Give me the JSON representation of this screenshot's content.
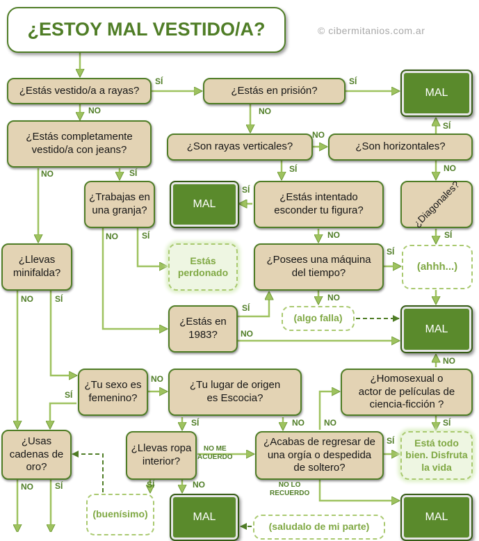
{
  "title": "¿ESTOY MAL VESTIDO/A?",
  "credit": "© cibermitanios.com.ar",
  "answers": {
    "yes": "SÍ",
    "no": "NO"
  },
  "nodes": {
    "q_rayas": "¿Estás vestido/a a rayas?",
    "q_prision": "¿Estás en prisión?",
    "q_jeans": "¿Estás completamente\nvestido/a con jeans?",
    "q_verticales": "¿Son rayas verticales?",
    "q_horizontales": "¿Son horizontales?",
    "q_granja": "¿Trabajas en\nuna granja?",
    "q_esconder": "¿Estás intentado\nesconder tu figura?",
    "q_diagonales": "¿Diagonales?",
    "q_minifalda": "¿Llevas\nminifalda?",
    "q_maquina": "¿Posees una máquina\ndel tiempo?",
    "q_1983": "¿Estás en\n1983?",
    "q_sexo": "¿Tu sexo es\nfemenino?",
    "q_escocia": "¿Tu lugar de origen\nes Escocia?",
    "q_homosexual": "¿Homosexual o\nactor de películas de\nciencia-ficción ?",
    "q_cadenas": "¿Usas\ncadenas de\noro?",
    "q_ropa": "¿Llevas ropa\ninterior?",
    "q_orgia": "¿Acabas de regresar de\nuna orgía o despedida\nde soltero?",
    "r_perdonado": "Estás\nperdonado",
    "r_ahhh": "(ahhh...)",
    "r_algo_falla": "(algo falla)",
    "r_disfruta": "Está todo\nbien. Disfruta\nla vida",
    "r_buenisimo": "(buenísimo)",
    "r_saludalo": "(saludalo de mi parte)",
    "mal": "MAL"
  },
  "extra_labels": {
    "no_me_acuerdo": "NO ME\nACUERDO",
    "no_lo_recuerdo": "NO LO\nRECUERDO"
  },
  "colors": {
    "accent": "#4f7d26",
    "mal_fill": "#5a8a2c",
    "question_fill": "#e3d3b4",
    "arrow": "#9ec25f",
    "soft_border": "#a9c96f"
  }
}
